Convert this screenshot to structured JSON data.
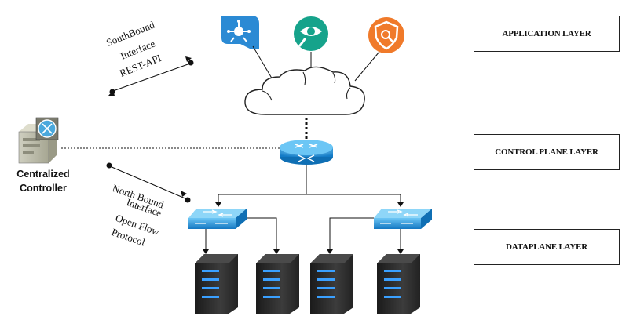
{
  "layers": {
    "application": "APPLICATION LAYER",
    "control": "CONTROL PLANE LAYER",
    "data": "DATAPLANE LAYER"
  },
  "controller": {
    "line1": "Centralized",
    "line2": "Controller",
    "icon": "computer-server-icon"
  },
  "southbound": {
    "line1": "SouthBound",
    "line2": "Interface",
    "line3": "REST-API"
  },
  "northbound": {
    "line1": "North Bound",
    "line2": "Interface",
    "line3": "Open Flow",
    "line4": "Protocol"
  },
  "apps": [
    {
      "icon": "network-app-icon",
      "color": "#2b8ad4"
    },
    {
      "icon": "monitoring-app-icon",
      "color": "#16a38b"
    },
    {
      "icon": "security-shield-app-icon",
      "color": "#f07a2a"
    }
  ],
  "colors": {
    "device_blue": "#1f8fd8",
    "server_dark": "#2a2a2a",
    "server_led": "#3aa0ff"
  }
}
